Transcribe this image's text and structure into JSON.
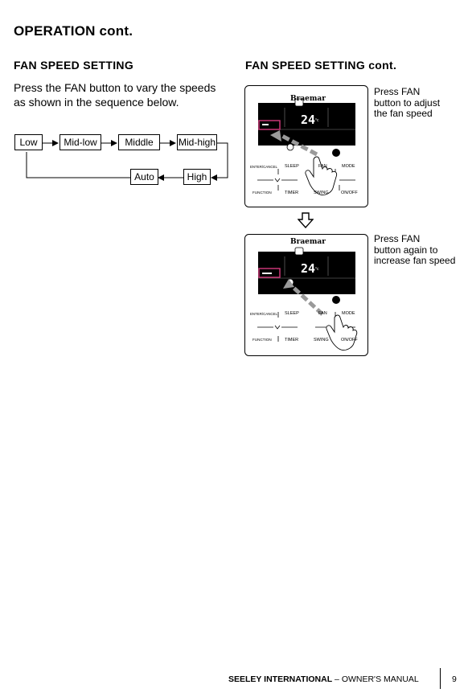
{
  "header": {
    "title": "OPERATION cont."
  },
  "left_section": {
    "title": "FAN SPEED SETTING",
    "intro": "Press the FAN button to vary the speeds as shown in the sequence below.",
    "sequence": [
      "Low",
      "Mid-low",
      "Middle",
      "Mid-high",
      "High",
      "Auto"
    ]
  },
  "right_section": {
    "title": "FAN SPEED SETTING cont.",
    "step1_caption": [
      "Press  FAN",
      "button to adjust",
      "the fan speed"
    ],
    "step2_caption": [
      "Press  FAN",
      "button again to",
      "increase fan speed"
    ]
  },
  "remote": {
    "brand": "Braemar",
    "temperature": "24",
    "unit": "°c",
    "buttons": {
      "enter_cancel": "ENTER/CANCEL",
      "sleep": "SLEEP",
      "fan": "FAN",
      "mode": "MODE",
      "function": "FUNCTION",
      "timer": "TIMER",
      "swing": "SWING",
      "on_off": "ON/OFF"
    }
  },
  "colors": {
    "highlight": "#d63a7e",
    "arrow": "#9a9a9a",
    "lcd": "#000000"
  },
  "footer": {
    "brand": "SEELEY INTERNATIONAL",
    "separator": " – ",
    "manual": "OWNER'S MANUAL",
    "page": "9"
  }
}
